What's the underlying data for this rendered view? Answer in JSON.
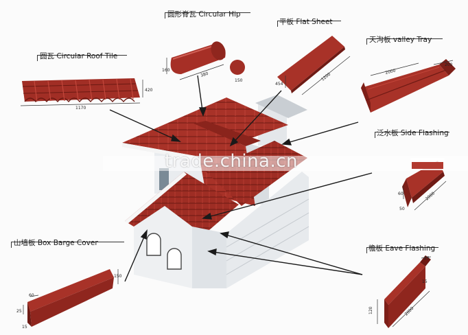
{
  "labels": {
    "circular_roof_tile": "圆瓦  Circular Roof Tile",
    "circular_hip": "圆形脊瓦 Circular Hip",
    "flat_sheet": "平板  Flat Sheet",
    "valley_tray": "天沟板  valley Tray",
    "side_flashing": "泛水板  Side Flashing",
    "box_barge_cover": "山墙板  Box Barge Cover",
    "eave_flashing": "檐板 Eave Flashing"
  },
  "dimensions": {
    "tile_length": "1170",
    "tile_width": "420",
    "hip_length": "380",
    "hip_height": "160",
    "hip_diameter": "150",
    "flat_length": "1200",
    "flat_width": "454",
    "valley_length": "2000",
    "valley_width": "200",
    "side_height": "60",
    "side_base": "50",
    "side_length": "2000",
    "barge_top": "60",
    "barge_side": "25",
    "barge_bottom": "15",
    "barge_height": "150",
    "eave_top": "25",
    "eave_mid": "15",
    "eave_length": "2000",
    "eave_height": "120"
  },
  "watermark": "trade.china.cn",
  "colors": {
    "roof": "#a83228",
    "roof_dark": "#7d1f18",
    "wall": "#eef0f2",
    "wall_shade": "#d4d8dc"
  }
}
